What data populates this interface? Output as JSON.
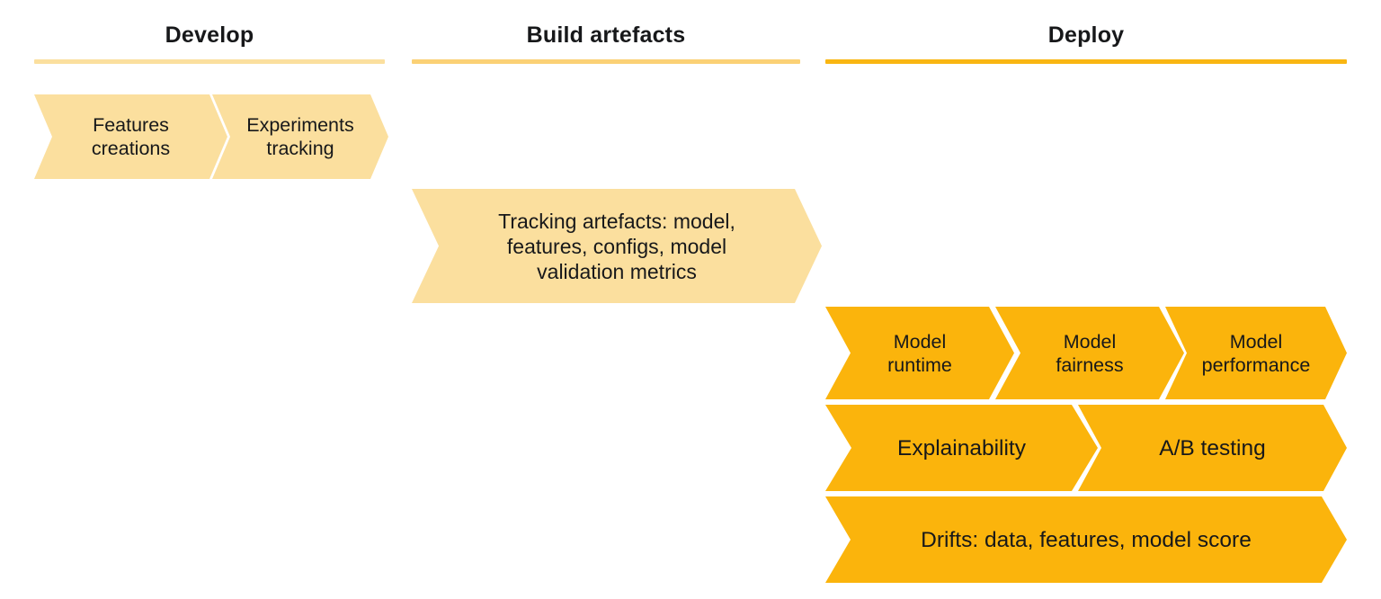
{
  "diagram": {
    "title_semantic": "mlops-lifecycle-chevron-diagram",
    "background": "#FFFFFF",
    "colors": {
      "light_fill": "#FBDF9E",
      "solid_fill": "#FBB40C",
      "rule_light": "#FBDF9E",
      "rule_mid": "#FBD175",
      "rule_strong": "#F9B612",
      "text": "#17181A"
    }
  },
  "columns": [
    {
      "id": "develop",
      "title": "Develop",
      "rule_color": "#FBDF9E",
      "rows": [
        {
          "id": "develop-row-1",
          "style": "light",
          "segments": [
            {
              "label": "Features\ncreations"
            },
            {
              "label": "Experiments\ntracking"
            }
          ]
        }
      ]
    },
    {
      "id": "build-artefacts",
      "title": "Build artefacts",
      "rule_color": "#FBD175",
      "rows": [
        {
          "id": "build-row-1",
          "style": "light",
          "segments": [
            {
              "label": "Tracking artefacts: model,\nfeatures, configs, model\nvalidation metrics"
            }
          ]
        }
      ]
    },
    {
      "id": "deploy",
      "title": "Deploy",
      "rule_color": "#F9B612",
      "rows": [
        {
          "id": "deploy-row-1",
          "style": "solid",
          "segments": [
            {
              "label": "Model\nruntime"
            },
            {
              "label": "Model\nfairness"
            },
            {
              "label": "Model\nperformance"
            }
          ]
        },
        {
          "id": "deploy-row-2",
          "style": "solid",
          "segments": [
            {
              "label": "Explainability"
            },
            {
              "label": "A/B testing"
            }
          ]
        },
        {
          "id": "deploy-row-3",
          "style": "solid",
          "segments": [
            {
              "label": "Drifts: data, features, model score"
            }
          ]
        }
      ]
    }
  ]
}
